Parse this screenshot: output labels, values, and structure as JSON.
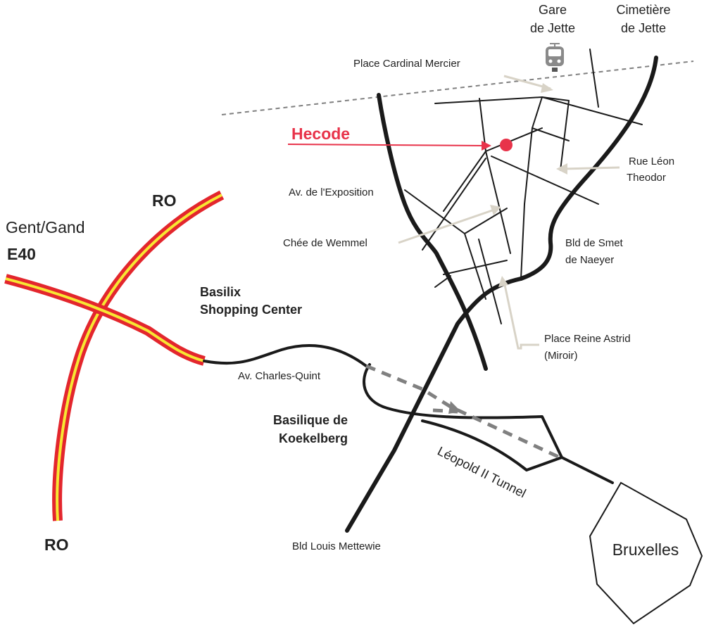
{
  "labels": {
    "gare_l1": "Gare",
    "gare_l2": "de Jette",
    "cimetiere_l1": "Cimetière",
    "cimetiere_l2": "de Jette",
    "place_cardinal": "Place Cardinal Mercier",
    "hecode": "Hecode",
    "rue_leon_l1": "Rue Léon",
    "rue_leon_l2": "Theodor",
    "av_exposition": "Av. de l'Exposition",
    "chee_wemmel": "Chée de Wemmel",
    "bld_smet_l1": "Bld de Smet",
    "bld_smet_l2": "de Naeyer",
    "place_reine_l1": "Place Reine Astrid",
    "place_reine_l2": "(Miroir)",
    "ro_top": "RO",
    "ro_bottom": "RO",
    "gent": "Gent/Gand",
    "e40": "E40",
    "basilix_l1": "Basilix",
    "basilix_l2": "Shopping Center",
    "av_charles": "Av. Charles-Quint",
    "basilique_l1": "Basilique de",
    "basilique_l2": "Koekelberg",
    "leopold": "Léopold II Tunnel",
    "bld_louis": "Bld Louis Mettewie",
    "bruxelles": "Bruxelles"
  },
  "icons": {
    "station": "train-icon",
    "location": "location-pin-icon"
  },
  "colors": {
    "highlight": "#e8334a",
    "ring_red": "#e3262d",
    "ring_yellow": "#f7e733",
    "road": "#1a1a1a",
    "pointer": "#d8d3c7",
    "dashed": "#808080"
  }
}
